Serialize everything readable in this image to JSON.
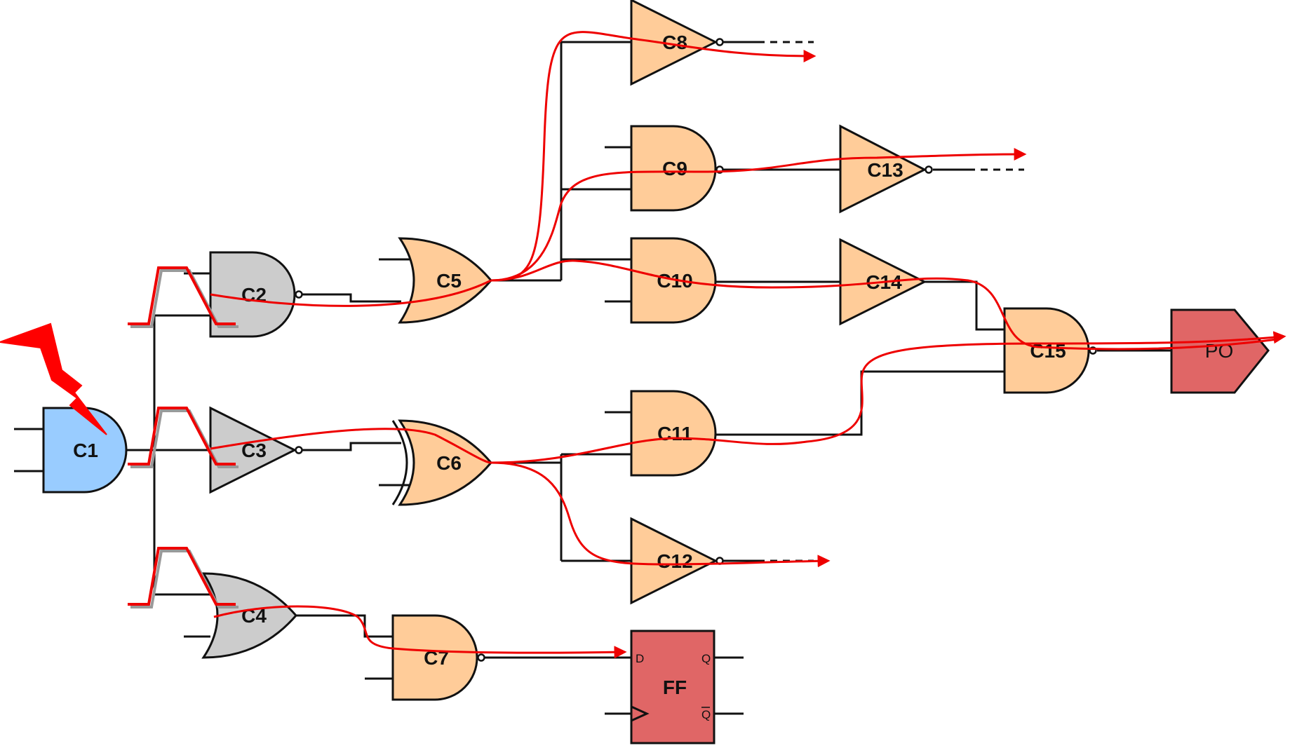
{
  "colors": {
    "source_gate": "#99ccff",
    "first_level_gate": "#cccccc",
    "downstream_gate": "#ffcc99",
    "endpoint": "#e06666",
    "fault_path": "#ee0000",
    "lightning": "#ff0000"
  },
  "gates": {
    "c1": "C1",
    "c2": "C2",
    "c3": "C3",
    "c4": "C4",
    "c5": "C5",
    "c6": "C6",
    "c7": "C7",
    "c8": "C8",
    "c9": "C9",
    "c10": "C10",
    "c11": "C11",
    "c12": "C12",
    "c13": "C13",
    "c14": "C14",
    "c15": "C15"
  },
  "flipflop": {
    "label": "FF",
    "pin_d": "D",
    "pin_q": "Q",
    "pin_qbar": "Q"
  },
  "primary_output": {
    "label": "PO"
  },
  "icons": {
    "fault": "lightning-bolt-icon"
  }
}
